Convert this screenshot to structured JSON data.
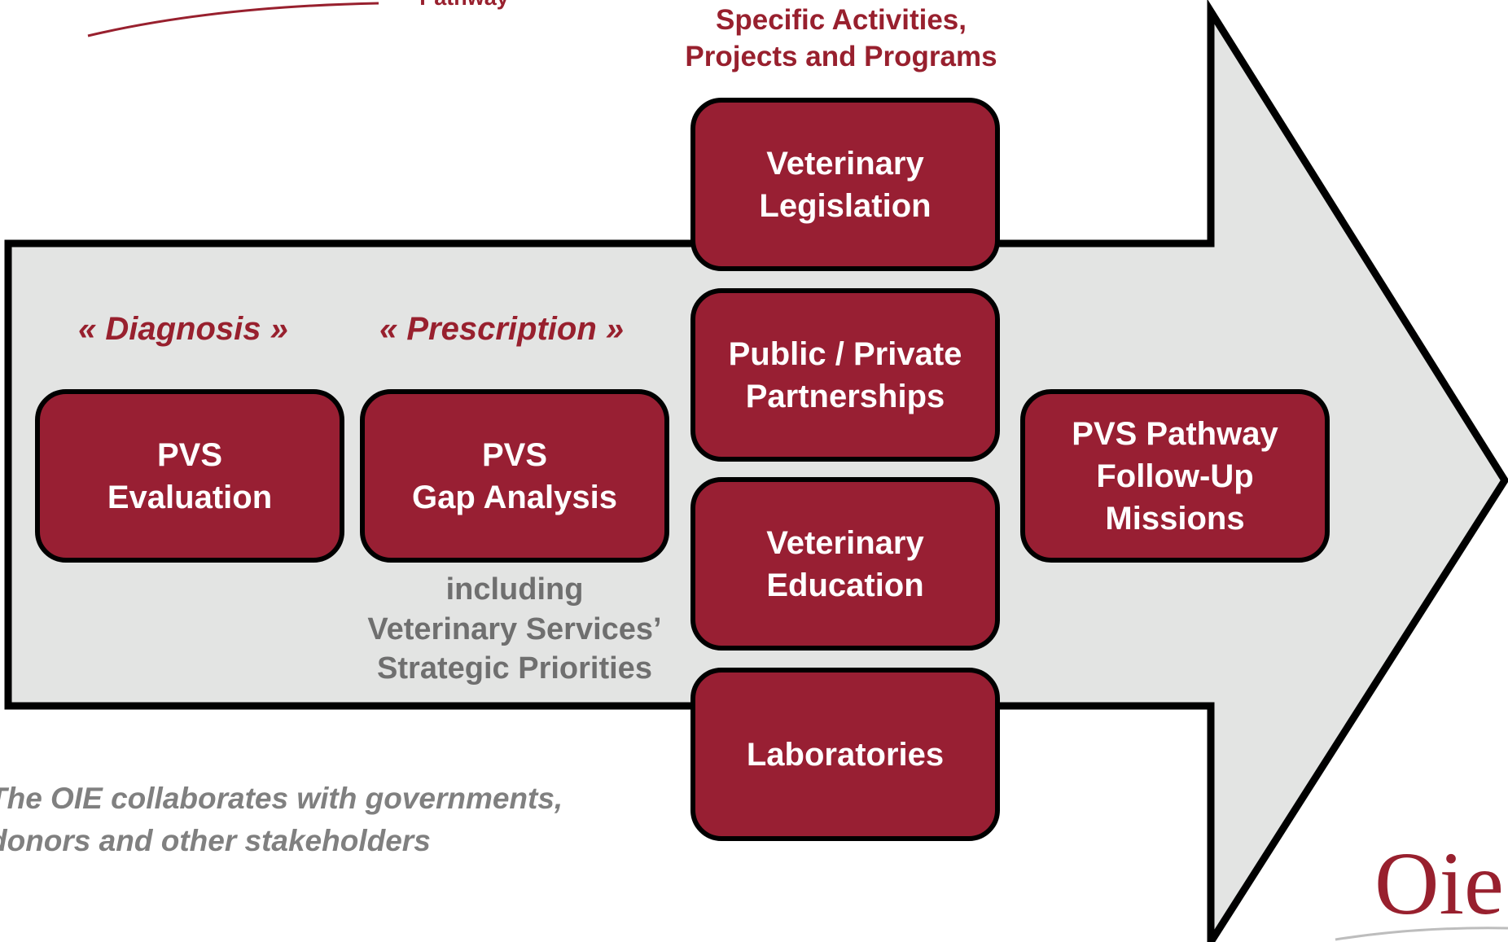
{
  "diagram": {
    "header_partial": "Pathway",
    "top_heading": "Specific Activities,\nProjects and Programs",
    "phases": {
      "diagnosis": "« Diagnosis »",
      "prescription": "« Prescription »"
    },
    "boxes": {
      "pvs_evaluation": "PVS\nEvaluation",
      "pvs_gap_analysis": "PVS\nGap Analysis",
      "veterinary_legislation": "Veterinary\nLegislation",
      "public_private": "Public / Private\nPartnerships",
      "veterinary_education": "Veterinary\nEducation",
      "laboratories": "Laboratories",
      "follow_up": "PVS Pathway\nFollow-Up\nMissions"
    },
    "gap_note": "including\nVeterinary Services’\nStrategic Priorities",
    "collab_note": "The OIE collaborates with governments,\ndonors and other stakeholders",
    "logo_text": "Oie"
  },
  "colors": {
    "box_fill": "#981f33",
    "box_border": "#000000",
    "arrow_fill": "#e3e4e3",
    "heading_text": "#98202e",
    "grey_text": "#6f6f6f"
  }
}
